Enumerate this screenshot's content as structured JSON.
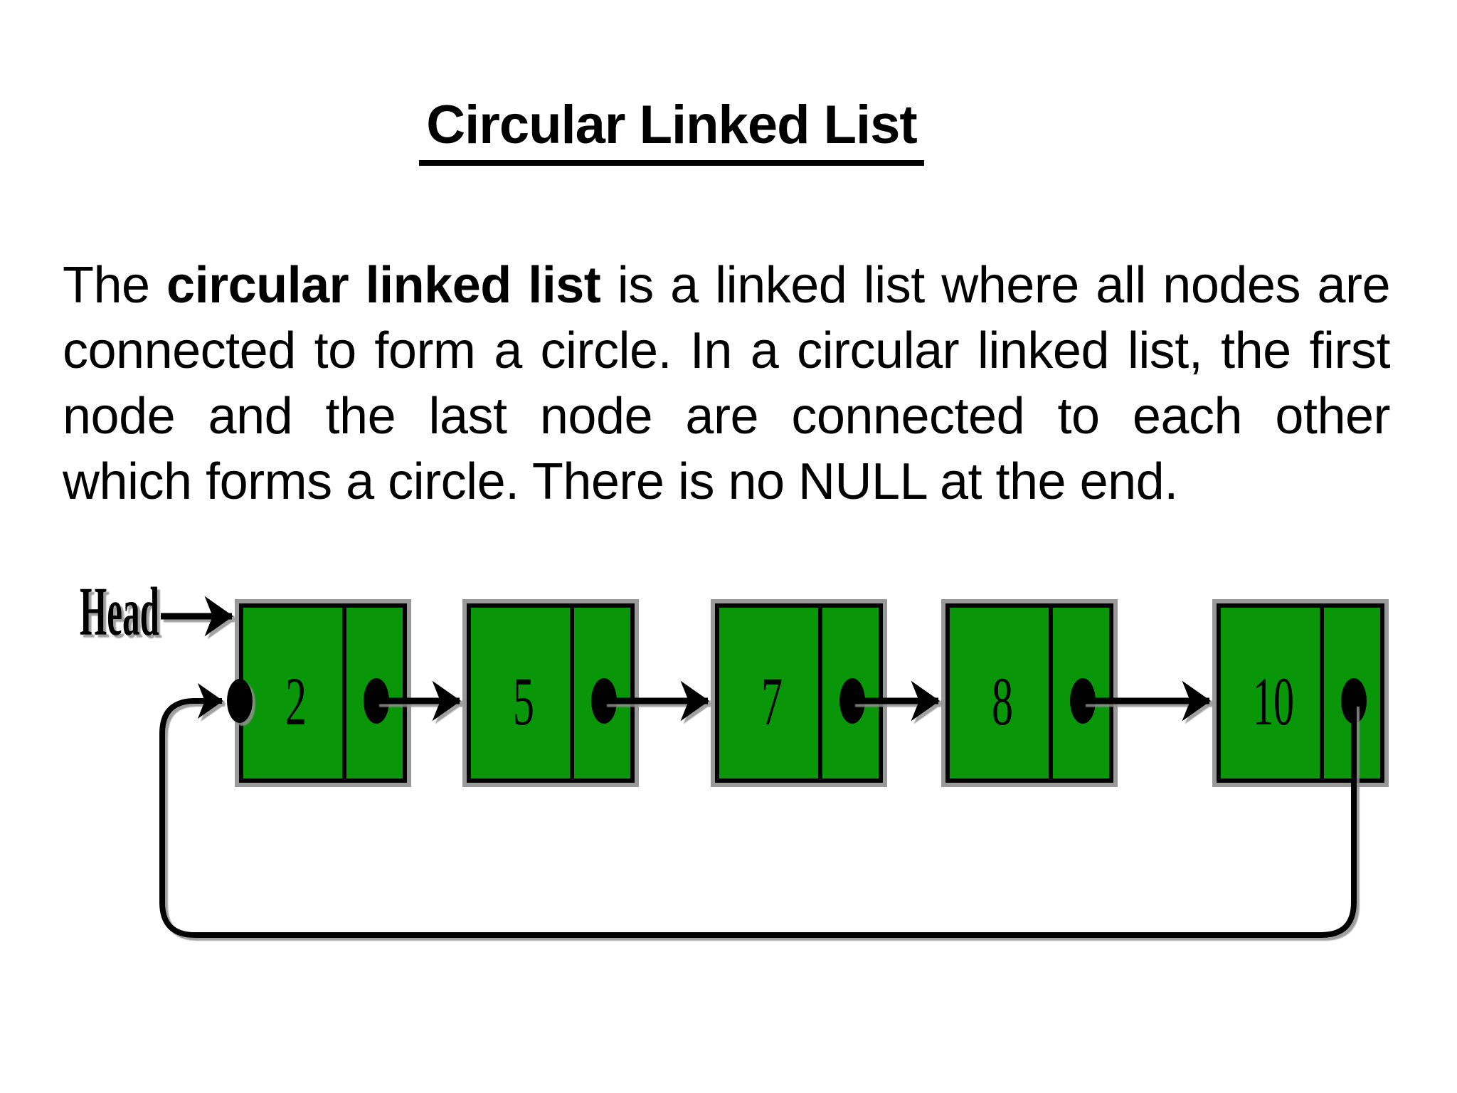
{
  "title": "Circular Linked List",
  "paragraph": {
    "line1_pre": "The ",
    "line1_bold": "circular linked list",
    "line1_post": " is a linked list where all nodes are",
    "line2": "connected to form a circle. In a circular linked list, the first",
    "line3": "node and the last node are connected to each other",
    "line4": "which forms a circle. There is no NULL at the end."
  },
  "diagram": {
    "head_label": "Head",
    "nodes": [
      {
        "value": "2"
      },
      {
        "value": "5"
      },
      {
        "value": "7"
      },
      {
        "value": "8"
      },
      {
        "value": "10"
      }
    ],
    "colors": {
      "node_fill": "#099609",
      "node_border": "#000000",
      "node_outline": "#999999",
      "connector": "#000000",
      "connector_shadow": "#8f8f8f",
      "text": "#000000",
      "background": "#ffffff"
    }
  }
}
